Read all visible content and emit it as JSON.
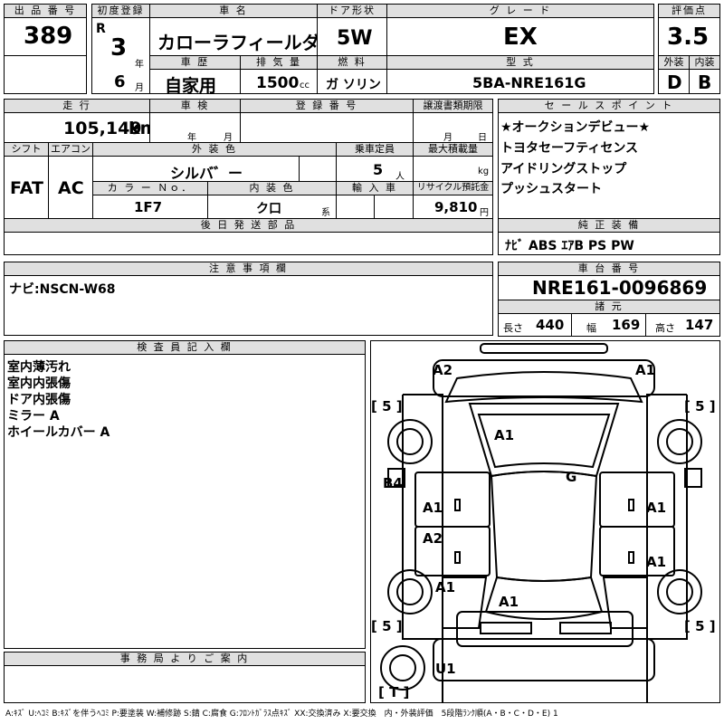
{
  "header": {
    "lot_label": "出 品 番 号",
    "lot_no": "389",
    "first_reg_label": "初度登録",
    "era": "R",
    "year": "3",
    "year_unit": "年",
    "month": "6",
    "month_unit": "月",
    "car_name_label": "車 名",
    "car_name": "カローラフィールダ゛ー",
    "door_label": "ドア形状",
    "door": "5W",
    "grade_label": "グ レ ー ド",
    "grade": "EX",
    "score_label": "評価点",
    "score": "3.5",
    "history_label": "車 歴",
    "history": "自家用",
    "displacement_label": "排 気 量",
    "displacement": "1500",
    "displacement_unit": "cc",
    "fuel_label": "燃 料",
    "fuel": "ガ ソリン",
    "model_label": "型 式",
    "model": "5BA-NRE161G",
    "exterior_label": "外装",
    "exterior": "D",
    "interior_label": "内装",
    "interior": "B"
  },
  "row2": {
    "mileage_label": "走 行",
    "mileage": "105,149",
    "mileage_unit": "km",
    "inspection_label": "車 検",
    "inspection_year_unit": "年",
    "inspection_month_unit": "月",
    "reg_no_label": "登 録 番 号",
    "transfer_label": "譲渡書類期限",
    "transfer_month_unit": "月",
    "transfer_day_unit": "日",
    "shift_label": "シフト",
    "shift": "FAT",
    "ac_label": "エアコン",
    "ac": "AC",
    "ext_color_label": "外 装 色",
    "ext_color": "シルバ゛ー",
    "capacity_label": "乗車定員",
    "capacity": "5",
    "capacity_unit": "人",
    "max_load_label": "最大積載量",
    "max_load_unit": "kg",
    "color_no_label": "カ ラ ー Ｎｏ．",
    "color_no": "1F7",
    "int_color_label": "内 装 色",
    "int_color": "ク口",
    "int_color_unit": "系",
    "import_label": "輸 入 車",
    "recycle_label": "リサイクル預託金",
    "recycle": "9,810",
    "recycle_unit": "円",
    "later_parts_label": "後 日 発 送 部 品"
  },
  "sales": {
    "label": "セ ー ル ス ポ イ ン ト",
    "items": [
      "★オークションデビュー★",
      "トヨタセーフティセンス",
      "アイドリングストップ",
      "プッシュスタート"
    ]
  },
  "equipment": {
    "label": "純 正 装 備",
    "value": "ﾅﾋﾞ  ABS  ｴｱB  PS  PW"
  },
  "notes": {
    "label": "注 意 事 項 欄",
    "value": "ナビ:NSCN-W68"
  },
  "chassis": {
    "label": "車 台 番 号",
    "value": "NRE161-0096869",
    "dims_label": "諸 元",
    "length_label": "長さ",
    "length": "440",
    "width_label": "幅",
    "width": "169",
    "height_label": "高さ",
    "height": "147"
  },
  "inspector": {
    "label": "検 査 員 記 入 欄",
    "lines": [
      "室内薄汚れ",
      "室内内張傷",
      "ドア内張傷",
      "ミラー A",
      "ホイールカバー A"
    ]
  },
  "office": {
    "label": "事 務 局 よ り ご 案 内"
  },
  "diagram": {
    "marks": {
      "a2_front_left": "A2",
      "a1_front_right": "A1",
      "tire_fl": "[ 5 ]",
      "tire_fr": "[ 5 ]",
      "tire_rl": "[ 5 ]",
      "tire_rr": "[ 5 ]",
      "a1_hood": "A1",
      "g_windshield": "G",
      "b4_left": "B4",
      "a1_left_front_door": "A1",
      "a1_right_front_door": "A1",
      "a2_left_rear_door": "A2",
      "a1_right_rear_door": "A1",
      "a1_left_quarter": "A1",
      "a1_roof": "A1",
      "u1_rear": "U1",
      "t_spare": "[ T ]"
    }
  },
  "legend": "A:ｷｽﾞ U:ﾍｺﾐ B:ｷｽﾞを伴うﾍｺﾐ P:要塗装 W:補修跡 S:錆 C:腐食 G:ﾌﾛﾝﾄｶﾞﾗｽ点ｷｽﾞ XX:交換済み X:要交換　内・外装評価　5段階ﾗﾝｸ順(A・B・C・D・E) 1"
}
